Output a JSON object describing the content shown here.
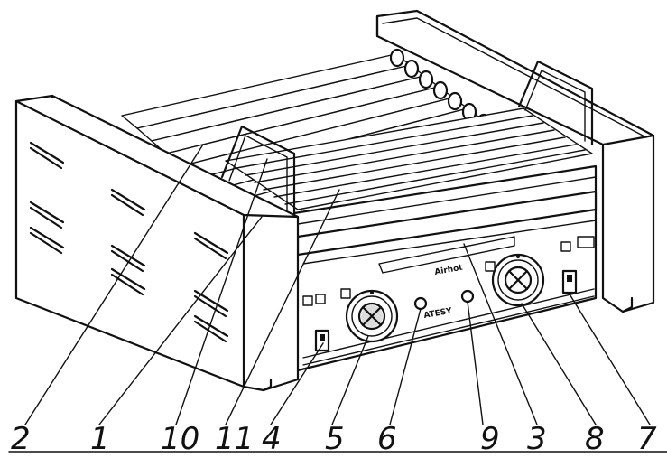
{
  "figure": {
    "brand_label": "Airhot",
    "model_label": "ATESY",
    "callouts": [
      {
        "id": "c-2",
        "text": "2"
      },
      {
        "id": "c-1",
        "text": "1"
      },
      {
        "id": "c-10",
        "text": "10"
      },
      {
        "id": "c-11",
        "text": "11"
      },
      {
        "id": "c-4",
        "text": "4"
      },
      {
        "id": "c-5",
        "text": "5"
      },
      {
        "id": "c-6",
        "text": "6"
      },
      {
        "id": "c-9",
        "text": "9"
      },
      {
        "id": "c-3",
        "text": "3"
      },
      {
        "id": "c-8",
        "text": "8"
      },
      {
        "id": "c-7",
        "text": "7"
      }
    ]
  }
}
